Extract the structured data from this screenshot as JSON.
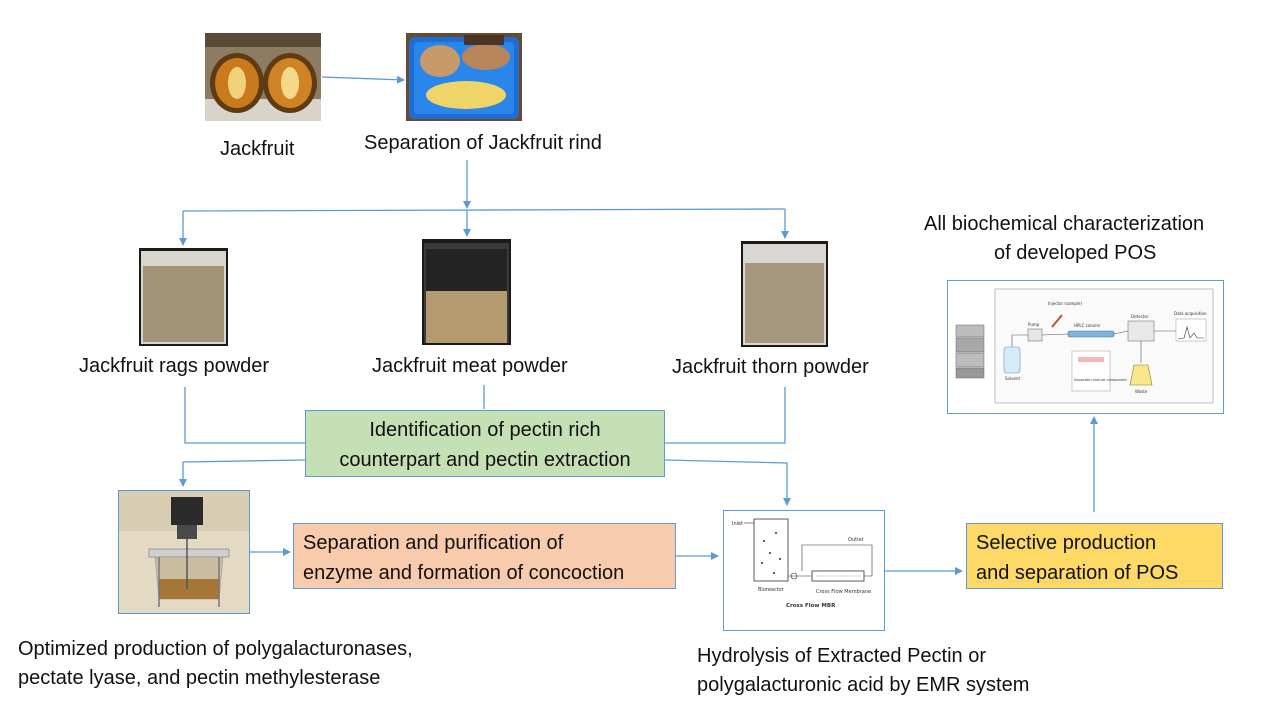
{
  "labels": {
    "jackfruit": "Jackfruit",
    "separation_rind": "Separation of Jackfruit rind",
    "rags_powder": "Jackfruit rags powder",
    "meat_powder": "Jackfruit meat powder",
    "thorn_powder": "Jackfruit thorn powder",
    "characterization_line1": "All biochemical characterization",
    "characterization_line2": "of developed POS",
    "optimized_line1": "Optimized production of polygalacturonases,",
    "optimized_line2": "pectate lyase, and pectin methylesterase",
    "hydrolysis_line1": "Hydrolysis of Extracted Pectin or",
    "hydrolysis_line2": "polygalacturonic acid by EMR system"
  },
  "boxes": {
    "identification_line1": "Identification of pectin rich",
    "identification_line2": "counterpart and pectin extraction",
    "separation_purification_line1": "Separation and purification of",
    "separation_purification_line2": "enzyme and formation of concoction",
    "selective_line1": "Selective production",
    "selective_line2": "and separation of POS"
  },
  "emr_schematic": {
    "label_inlet": "Inlet",
    "label_outlet": "Outlet",
    "label_bioreactor": "Bioreactor",
    "label_membrane": "Cross Flow Membrane",
    "label_title": "Cross Flow MBR"
  },
  "hplc_schematic": {
    "label_solvent": "Solvent",
    "label_pump": "Pump",
    "label_injector": "Injector (sample)",
    "label_column": "HPLC column",
    "label_detector": "Detector",
    "label_data": "Data acquisition",
    "label_separate": "Separate mixture component",
    "label_waste": "Waste"
  },
  "colors": {
    "arrow": "#5b9bd5",
    "green_box": "#c5e0b4",
    "salmon_box": "#f8cbad",
    "yellow_box": "#ffd966"
  }
}
